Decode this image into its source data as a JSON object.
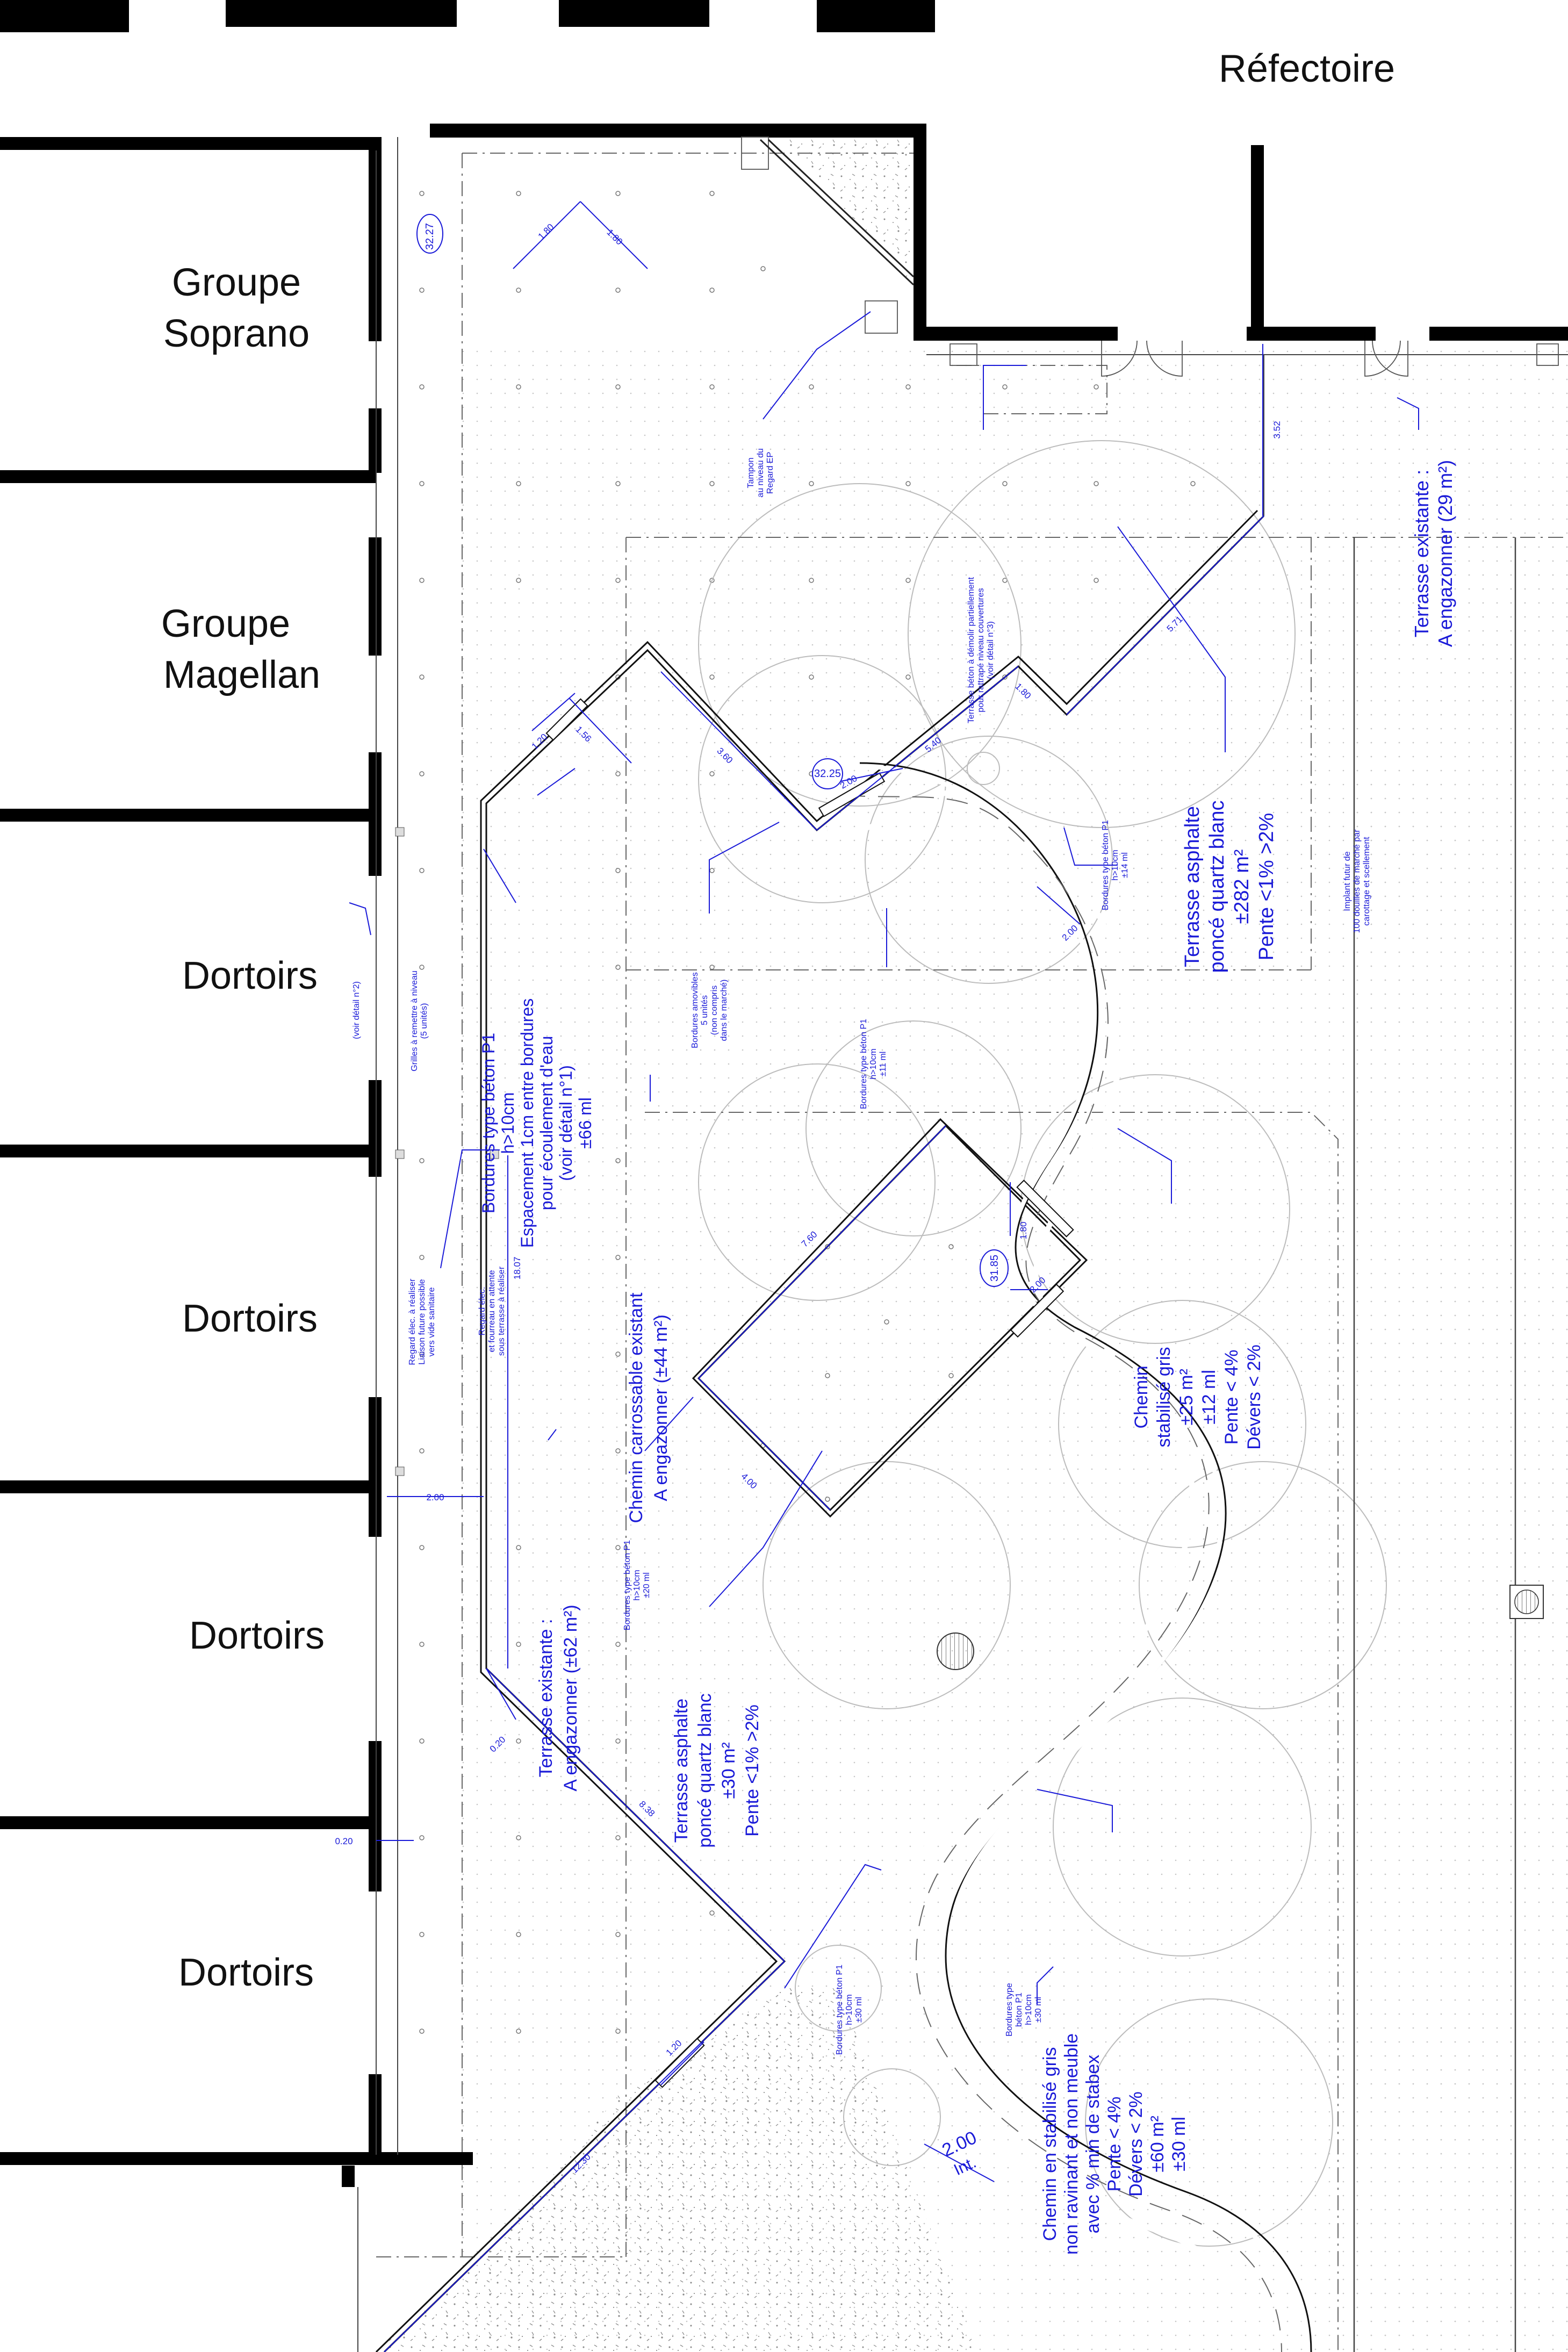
{
  "rooms": {
    "refectoire": "Réfectoire",
    "soprano_1": "Groupe",
    "soprano_2": "Soprano",
    "magellan_1": "Groupe",
    "magellan_2": "Magellan",
    "dortoirs_1": "Dortoirs",
    "dortoirs_2": "Dortoirs",
    "dortoirs_3": "Dortoirs",
    "dortoirs_4": "Dortoirs"
  },
  "levels": {
    "l1": "32.27",
    "l2": "32.25",
    "l3": "31.85"
  },
  "dimensions": {
    "d_1_80a": "1.80",
    "d_1_80b": "1.80",
    "d_3_52": "3.52",
    "d_5_71": "5.71",
    "d_1_80c": "1.80",
    "d_5_40": "5.40",
    "d_1_20a": "1.20",
    "d_1_56": "1.56",
    "d_3_60": "3.60",
    "d_2_00a": "2.00",
    "d_2_00b": "2.00",
    "d_7_60": "7.60",
    "d_1_80d": "1.80",
    "d_2_00c": "2.00",
    "d_4_00": "4.00",
    "d_2_00d": "2.00",
    "d_0_20a": "0.20",
    "d_8_38": "8.38",
    "d_0_20b": "0.20",
    "d_1_20b": "1.20",
    "d_12_30": "12.30",
    "d_18_07": "18.07",
    "d_2_00int_1": "2.00",
    "d_2_00int_2": "Int."
  },
  "notes": {
    "terrasse_ne": [
      "Terrasse existante :",
      "A engazonner (29 m²)"
    ],
    "terrasse_asphalte_big": [
      "Terrasse asphalte",
      "poncé quartz blanc",
      "±282 m²",
      "Pente <1% >2%"
    ],
    "chemin_stab_1": [
      "Chemin",
      "stabilisé gris",
      "±25 m²",
      "±12 ml",
      "Pente < 4%",
      "Dévers < 2%"
    ],
    "chemin_carrossable": [
      "Chemin carrossable existant",
      "A engazonner (±44 m²)"
    ],
    "bordures_p1_big": [
      "Bordures type béton P1",
      "h>10cm",
      "Espacement 1cm entre bordures",
      "pour écoulement d'eau",
      "(voir détail n°1)",
      "±66 ml"
    ],
    "terrasse_w": [
      "Terrasse existante :",
      "A engazonner (±62 m²)"
    ],
    "terrasse_asphalte_small": [
      "Terrasse asphalte",
      "poncé quartz blanc",
      "±30 m²",
      "Pente <1% >2%"
    ],
    "chemin_stab_2": [
      "Chemin en stabilisé gris",
      "non ravinant et non meuble",
      "avec % min de stabex",
      "Pente < 4%",
      "Dévers < 2%",
      "±60 m²",
      "±30 ml"
    ],
    "tampon": [
      "Tampon",
      "au niveau du",
      "Regard EP"
    ],
    "terrasse_beton": [
      "Terrasse béton à démolir partiellement",
      "pour rattrapé niveau couvertures",
      "(voir détail n°3)"
    ],
    "bordures_p1_a": [
      "Bordures type béton P1",
      "h>10cm",
      "±14 ml"
    ],
    "bordures_amovibles": [
      "Bordures amovibles",
      "5 unités",
      "(non compris",
      "dans le marché)"
    ],
    "bordures_p1_b": [
      "Bordures type béton P1",
      "h>10cm",
      "±11 ml"
    ],
    "grilles": [
      "Grilles à remettre à niveau",
      "(5 unités)"
    ],
    "voir_detail_2": [
      "(voir détail n°2)"
    ],
    "regard_elec_1": [
      "Regard élec. à réaliser",
      "Liaison future possible",
      "vers vide sanitaire"
    ],
    "regard_elec_2": [
      "Regard élec.",
      "et fourreau en attente",
      "sous terrasse à réaliser"
    ],
    "implant": [
      "Implant futur de",
      "100 douilles de marché par",
      "carottage et scellement"
    ],
    "bordures_p1_c": [
      "Bordures type béton P1",
      "h>10cm",
      "±20 ml"
    ],
    "bordures_p1_d": [
      "Bordures type béton P1",
      "h>10cm",
      "±30 ml"
    ],
    "bordures_p1_e": [
      "Bordures type",
      "béton P1",
      "h>10cm",
      "±30 ml"
    ]
  },
  "colors": {
    "wall": "#000000",
    "annotation": "#1a1ad8",
    "tree_outline": "#bbbbbb",
    "gravel": "#9a9a9a"
  }
}
